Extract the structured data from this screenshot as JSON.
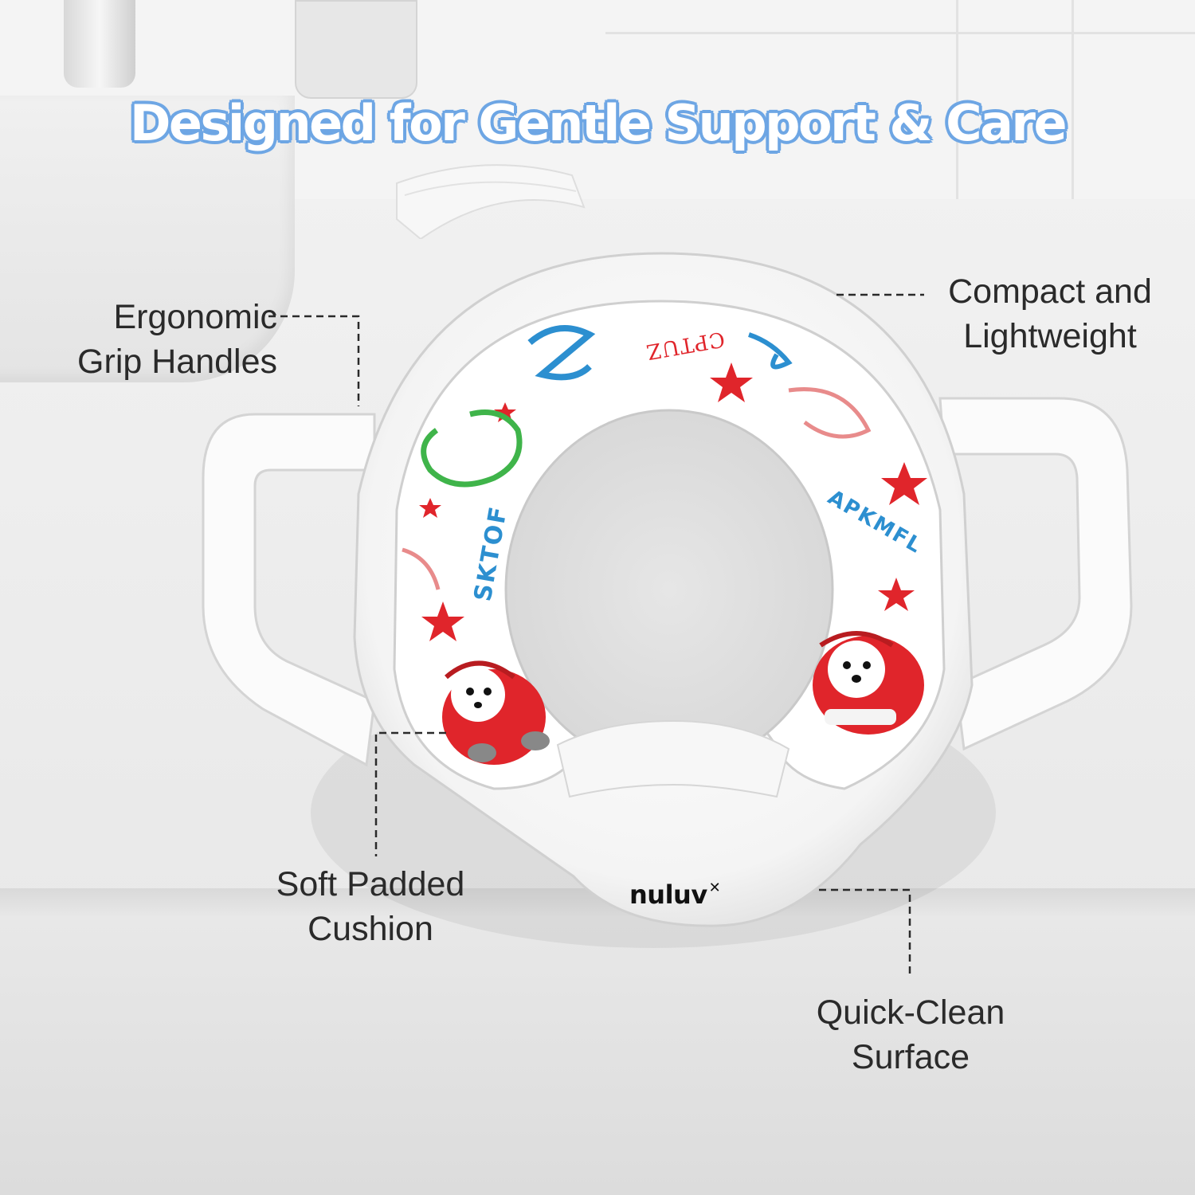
{
  "headline": "Designed for Gentle Support & Care",
  "callouts": {
    "grip": [
      "Ergonomic",
      "Grip Handles"
    ],
    "compact": [
      "Compact and",
      "Lightweight"
    ],
    "cushion": [
      "Soft Padded",
      "Cushion"
    ],
    "clean": [
      "Quick-Clean",
      "Surface"
    ]
  },
  "brand": {
    "name": "nuluv",
    "mark": "✕"
  },
  "seat_print": {
    "words": [
      "SKTOF",
      "APKMFL",
      "CPTUZ"
    ]
  },
  "colors": {
    "headline_fill": "#ffffff",
    "headline_outline": "#6ea6e4",
    "callout_text": "#2a2a2a",
    "star_red": "#e0252b",
    "print_blue": "#2c8fd0",
    "print_green": "#3fb44a"
  }
}
